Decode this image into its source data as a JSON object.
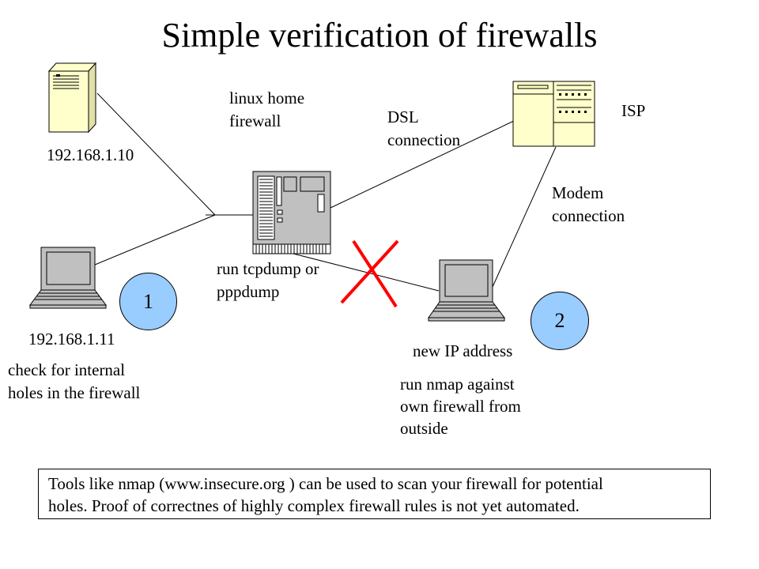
{
  "title": "Simple verification of firewalls",
  "labels": {
    "host1_ip": "192.168.1.10",
    "firewall_name_1": "linux home",
    "firewall_name_2": "firewall",
    "dsl_1": "DSL",
    "dsl_2": "connection",
    "isp": "ISP",
    "modem_1": "Modem",
    "modem_2": "connection",
    "tcpdump_1": "run tcpdump or",
    "tcpdump_2": "pppdump",
    "host2_ip": "192.168.1.11",
    "check_1": "check for internal",
    "check_2": "holes in the firewall",
    "new_ip": "new IP address",
    "nmap_1": "run nmap against",
    "nmap_2": "own firewall from",
    "nmap_3": "outside"
  },
  "badges": {
    "one": "1",
    "two": "2"
  },
  "note": {
    "line1": "Tools like nmap (www.insecure.org ) can be used to scan your firewall for potential",
    "line2": "holes. Proof of correctnes of highly complex firewall rules is not yet automated."
  },
  "colors": {
    "server_fill": "#ffffcc",
    "firewall_fill": "#c0c0c0",
    "badge_fill": "#99ccff",
    "cross": "#ff0000"
  },
  "icons": [
    "server-tower-icon",
    "firewall-computer-icon",
    "isp-server-icon",
    "laptop-icon",
    "laptop-icon",
    "blocked-cross-icon"
  ]
}
